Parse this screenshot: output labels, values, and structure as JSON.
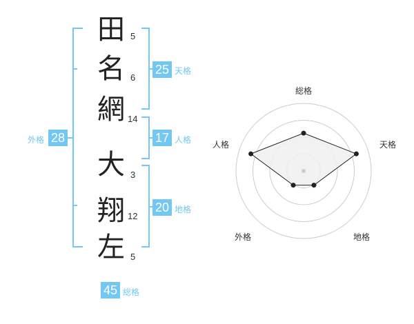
{
  "name": {
    "chars": [
      {
        "char": "田",
        "strokes": "5"
      },
      {
        "char": "名",
        "strokes": "6"
      },
      {
        "char": "網",
        "strokes": "14"
      },
      {
        "char": "大",
        "strokes": "3"
      },
      {
        "char": "翔",
        "strokes": "12"
      },
      {
        "char": "左",
        "strokes": "5"
      }
    ]
  },
  "kaku": {
    "tenkaku": {
      "value": "25",
      "label": "天格"
    },
    "jinkaku": {
      "value": "17",
      "label": "人格"
    },
    "chikaku": {
      "value": "20",
      "label": "地格"
    },
    "gaikaku": {
      "value": "28",
      "label": "外格"
    },
    "soukaku": {
      "value": "45",
      "label": "総格"
    }
  },
  "colors": {
    "accent": "#73c7f3",
    "radar_fill": "#f0f0f0",
    "radar_line": "#222222",
    "ring": "#cccccc"
  },
  "chart_data": {
    "type": "radar",
    "axes": [
      "総格",
      "天格",
      "地格",
      "外格",
      "人格"
    ],
    "values": [
      0.56,
      0.82,
      0.26,
      0.26,
      0.82
    ],
    "rings": 4,
    "grid": true
  }
}
